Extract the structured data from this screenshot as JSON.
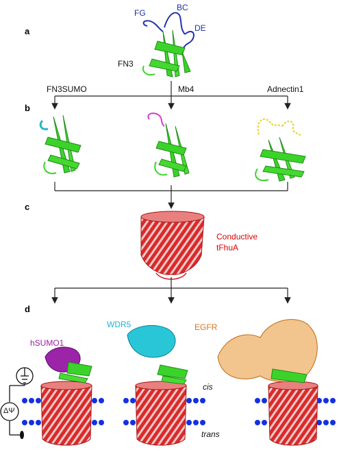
{
  "panels": {
    "a": "a",
    "b": "b",
    "c": "c",
    "d": "d"
  },
  "panel_a": {
    "loops": {
      "fg": "FG",
      "bc": "BC",
      "de": "DE"
    },
    "domain": "FN3"
  },
  "panel_b": {
    "variants": [
      "FN3SUMO",
      "Mb4",
      "Adnectin1"
    ]
  },
  "panel_c": {
    "pore_line1": "Conductive",
    "pore_line2": "tFhuA"
  },
  "panel_d": {
    "targets": [
      "hSUMO1",
      "WDR5",
      "EGFR"
    ],
    "cis": "cis",
    "trans": "trans",
    "potential": "ΔΨ"
  },
  "colors": {
    "fn3": "#3bd32a",
    "loops": "#2430b0",
    "sumo_loop": "#22b5c9",
    "mb4_loop": "#d43ad4",
    "adnectin_loop": "#e6d21a",
    "pore": "#cf1f2a",
    "membrane": "#1530e0",
    "wdr5": "#29c6d8",
    "egfr": "#e58a2c",
    "hsumo1": "#9b24a8"
  }
}
